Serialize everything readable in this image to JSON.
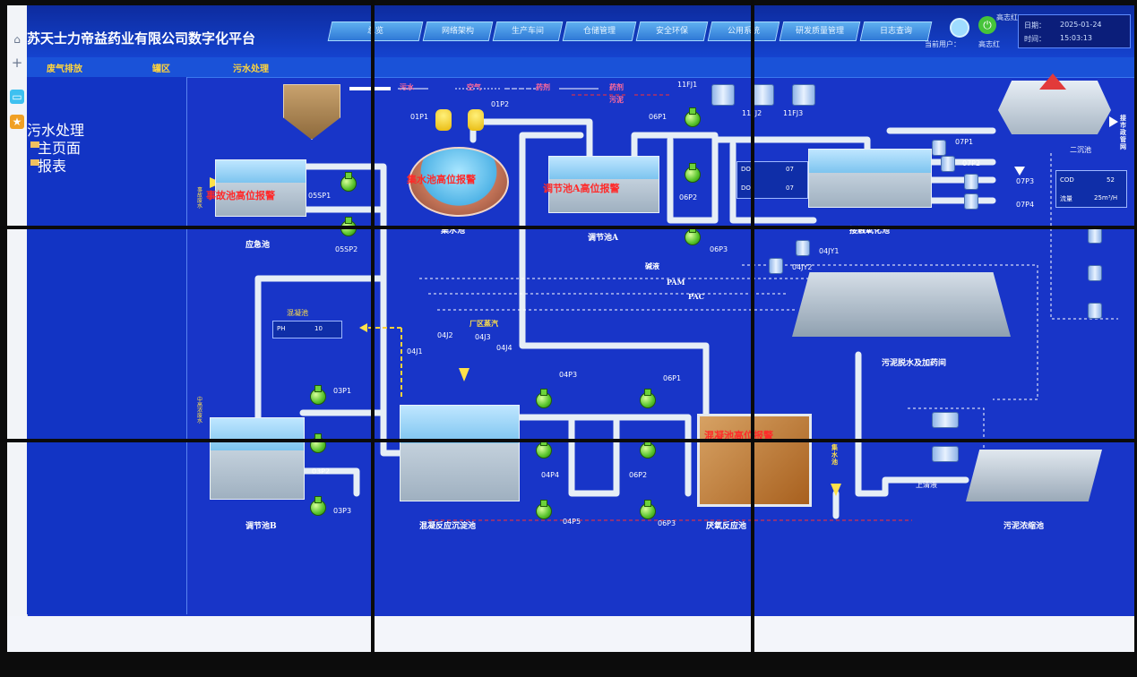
{
  "app": {
    "title": "苏天士力帝益药业有限公司数字化平台"
  },
  "nav": {
    "tabs": [
      "总览",
      "网络架构",
      "生产车间",
      "仓储管理",
      "安全环保",
      "公用系统",
      "研发质量管理",
      "日志查询"
    ]
  },
  "subnav": {
    "tabs": [
      "废气排放",
      "罐区",
      "污水处理"
    ]
  },
  "user": {
    "current_label": "当前用户：",
    "name_top": "高志红",
    "name": "高志红"
  },
  "datetime": {
    "date_label": "日期：",
    "date": "2025-01-24",
    "time_label": "时间：",
    "time": "15:03:13"
  },
  "sidebar": {
    "heading": "污水处理",
    "items": [
      "主页面",
      "报表"
    ]
  },
  "legend": {
    "wastewater": "污水",
    "air": "空气",
    "acid": "药剂",
    "sludge": "污泥"
  },
  "alarms": {
    "emergency": "事故池高位报警",
    "collection": "集水池高位报警",
    "regA": "调节池A高位报警",
    "coag": "混凝池高位报警"
  },
  "tanks": {
    "emergency": "应急池",
    "collection": "集水池",
    "regA": "调节池A",
    "contact": "接触氧化池",
    "second": "二沉池",
    "regB": "调节池B",
    "coag_settle": "混凝反应沉淀池",
    "anoxic": "厌氧反应池",
    "dewater": "污泥脱水及加药间",
    "thickener": "污泥浓缩池",
    "coag_box": "混凝池"
  },
  "inflows": {
    "accident": "事故废水",
    "mid_high": "中高浓废水",
    "collection_water": "集水池",
    "supernatant": "上清液",
    "plant_steam": "厂区蒸汽",
    "discharge": "接市政管网"
  },
  "dosing": {
    "alkali": "碱液",
    "pam": "PAM",
    "pac": "PAC"
  },
  "readings": {
    "ph_label": "PH",
    "ph_value": "10",
    "do1_label": "DO1",
    "do1_value": "07",
    "do2_label": "DO2",
    "do2_value": "07",
    "cod_label": "COD",
    "cod_value": "52",
    "flow_label": "流量",
    "flow_value": "25m³/H"
  },
  "equipment": [
    "05SP1",
    "05SP2",
    "01P1",
    "01P2",
    "06P1",
    "06P2",
    "06P3",
    "11FJ1",
    "11FJ2",
    "11FJ3",
    "07P1",
    "07P2",
    "07P3",
    "07P4",
    "04JY1",
    "04JY2",
    "03P1",
    "03P2",
    "03P3",
    "04J1",
    "04J2",
    "04J3",
    "04J4",
    "04P3",
    "04P4",
    "04P5",
    "06P1",
    "06P2",
    "06P3"
  ]
}
